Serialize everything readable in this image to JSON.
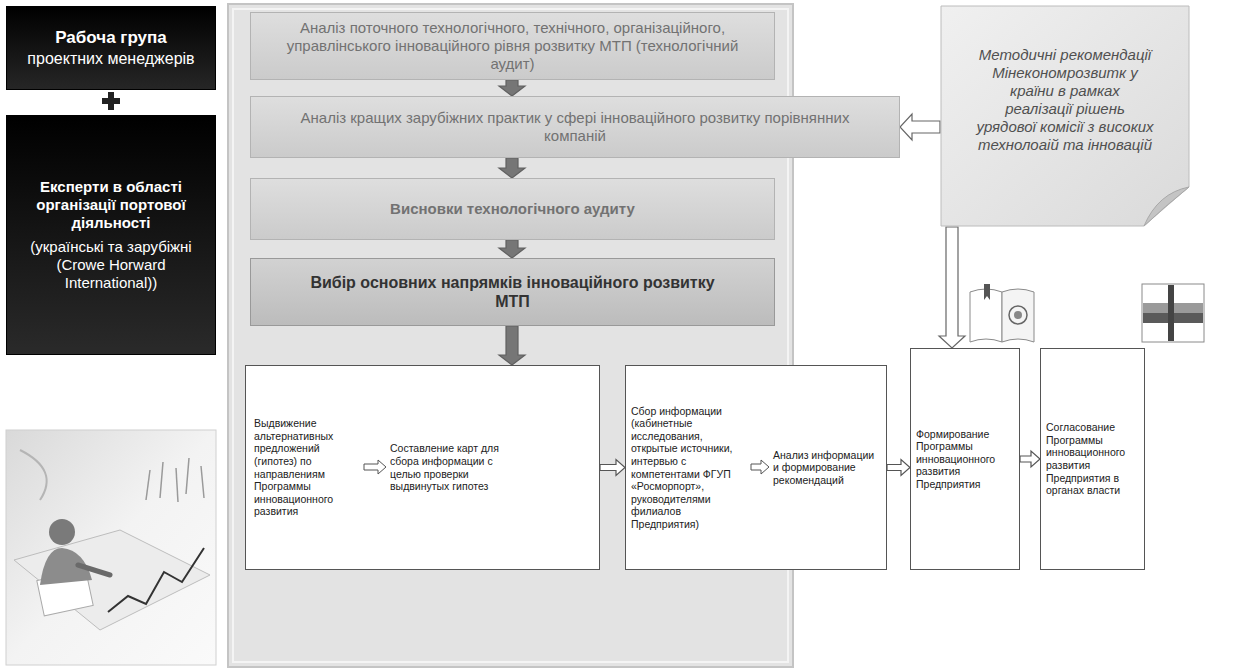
{
  "diagram": {
    "nodes": [
      {
        "text": [
          "Рабоча група",
          "проектних менеджерів"
        ]
      },
      {
        "text": [
          "Експерти в області організації портової діяльності",
          "(українські та зарубіжні (Crowe Horward International))"
        ]
      },
      {
        "text": [
          "Аналіз поточного технологічного, технічного, організаційного, управлінського інноваційного рівня розвитку МТП (технологічний аудит)"
        ]
      },
      {
        "text": [
          "Аналіз кращих зарубіжних практик у сфері інноваційного розвитку порівнянних компаній"
        ]
      },
      {
        "text": [
          "Висновки технологічного аудиту"
        ]
      },
      {
        "text": [
          "Вибір основних напрямків інноваційного розвитку МТП"
        ]
      },
      {
        "text": [
          "Выдвижение альтернативных предложений (гипотез) по направлениям Программы инновационного развития",
          "Составление карт для сбора информации с целью проверки выдвинутых гипотез"
        ]
      },
      {
        "text": [
          "Сбор информации (кабинетные исследования, открытые источники, интервью с компетентами ФГУП «Росморпорт», руководителями филиалов Предприятия)",
          "Анализ информации и формирование рекомендаций"
        ]
      },
      {
        "text": [
          "Формирование Программы инновационного развития Предприятия"
        ]
      },
      {
        "text": [
          "Согласование Программы инновационного развития Предприятия в органах власти"
        ]
      },
      {
        "text": [
          "Методичні рекомендації Мінекономрозвитк у країни в рамках реалізації рішень урядової комісії з високих технолоаій та інновацій"
        ]
      }
    ],
    "edges": [
      {
        "from": 2,
        "to": 3,
        "arrow": "to"
      },
      {
        "from": 3,
        "to": 4,
        "arrow": "to"
      },
      {
        "from": 4,
        "to": 5,
        "arrow": "to"
      },
      {
        "from": 5,
        "to": 6,
        "arrow": "to"
      },
      {
        "from": 6,
        "to": 7,
        "arrow": "to"
      },
      {
        "from": 7,
        "to": 8,
        "arrow": "to"
      },
      {
        "from": 8,
        "to": 9,
        "arrow": "to"
      },
      {
        "from": 10,
        "to": 3,
        "arrow": "to"
      },
      {
        "from": 10,
        "to": 8,
        "arrow": "to"
      }
    ]
  }
}
